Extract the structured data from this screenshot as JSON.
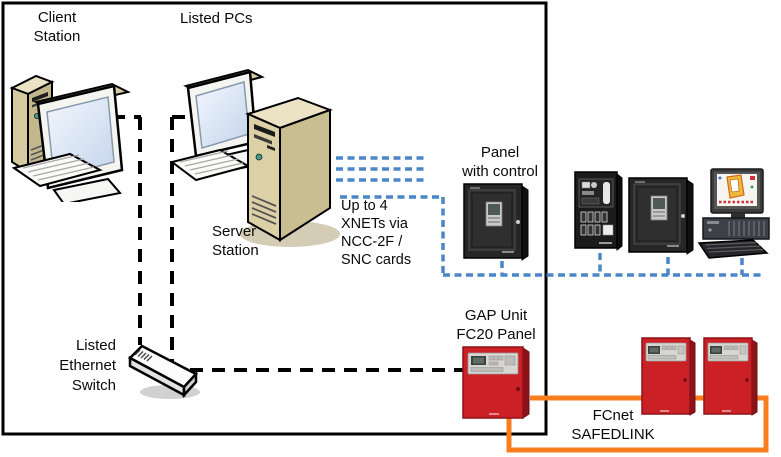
{
  "diagram": {
    "labels": {
      "client_station": "Client\nStation",
      "listed_pcs": "Listed PCs",
      "server_station": "Server\nStation",
      "ethernet_switch": "Listed\nEthernet\nSwitch",
      "panel_with_control": "Panel\nwith control",
      "xnets_note": "Up to 4\nXNETs via\nNCC-2F /\nSNC cards",
      "gap_unit": "GAP Unit\nFC20 Panel",
      "fcnet": "FCnet\nSAFEDLINK"
    },
    "colors": {
      "background": "#ffffff",
      "boundary_border": "#000000",
      "ethernet_line": "#000000",
      "xnet_line": "#4a86c8",
      "safedlink_line": "#f87d1d",
      "red_panel": "#cb2026",
      "black_panel": "#262626",
      "computer_beige": "#d6caa0"
    },
    "icons": {
      "client_station": "desktop-computer-icon",
      "server_station": "server-tower-computer-icon",
      "ethernet_switch": "ethernet-switch-icon",
      "panel_with_control": "black-fire-panel-icon",
      "voice_panel": "voice-evac-panel-icon",
      "fire_panel": "black-fire-panel-icon",
      "graphic_workstation": "graphic-workstation-icon",
      "gap_panel": "red-fire-panel-icon",
      "red_panel_a": "red-fire-panel-icon",
      "red_panel_b": "red-fire-panel-icon"
    }
  }
}
